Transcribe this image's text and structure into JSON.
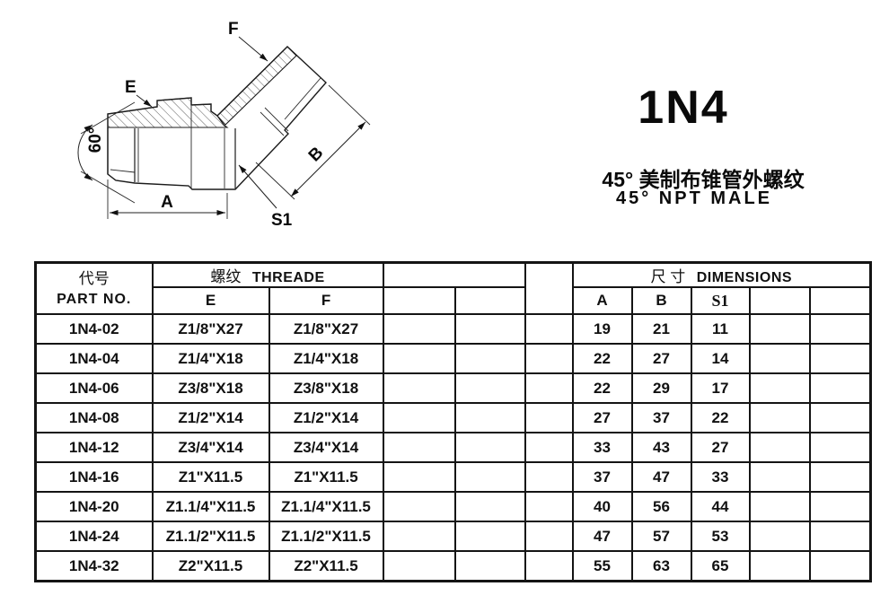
{
  "title": {
    "model": "1N4",
    "subtitle_cn": "45° 美制布锥管外螺纹",
    "subtitle_en": "45° NPT MALE"
  },
  "drawing": {
    "label_e": "E",
    "label_f": "F",
    "label_a": "A",
    "label_b": "B",
    "label_s1": "S1",
    "label_angle": "60°"
  },
  "table": {
    "header": {
      "part_cn": "代号",
      "part_en": "PART NO.",
      "thread_cn": "螺纹",
      "thread_en": "THREADE",
      "dim_cn": "尺 寸",
      "dim_en": "DIMENSIONS",
      "col_e": "E",
      "col_f": "F",
      "col_a": "A",
      "col_b": "B",
      "col_s1": "S1"
    },
    "rows": [
      {
        "part_no": "1N4-02",
        "e": "Z1/8\"X27",
        "f": "Z1/8\"X27",
        "a": "19",
        "b": "21",
        "s1": "11"
      },
      {
        "part_no": "1N4-04",
        "e": "Z1/4\"X18",
        "f": "Z1/4\"X18",
        "a": "22",
        "b": "27",
        "s1": "14"
      },
      {
        "part_no": "1N4-06",
        "e": "Z3/8\"X18",
        "f": "Z3/8\"X18",
        "a": "22",
        "b": "29",
        "s1": "17"
      },
      {
        "part_no": "1N4-08",
        "e": "Z1/2\"X14",
        "f": "Z1/2\"X14",
        "a": "27",
        "b": "37",
        "s1": "22"
      },
      {
        "part_no": "1N4-12",
        "e": "Z3/4\"X14",
        "f": "Z3/4\"X14",
        "a": "33",
        "b": "43",
        "s1": "27"
      },
      {
        "part_no": "1N4-16",
        "e": "Z1\"X11.5",
        "f": "Z1\"X11.5",
        "a": "37",
        "b": "47",
        "s1": "33"
      },
      {
        "part_no": "1N4-20",
        "e": "Z1.1/4\"X11.5",
        "f": "Z1.1/4\"X11.5",
        "a": "40",
        "b": "56",
        "s1": "44"
      },
      {
        "part_no": "1N4-24",
        "e": "Z1.1/2\"X11.5",
        "f": "Z1.1/2\"X11.5",
        "a": "47",
        "b": "57",
        "s1": "53"
      },
      {
        "part_no": "1N4-32",
        "e": "Z2\"X11.5",
        "f": "Z2\"X11.5",
        "a": "55",
        "b": "63",
        "s1": "65"
      }
    ]
  }
}
